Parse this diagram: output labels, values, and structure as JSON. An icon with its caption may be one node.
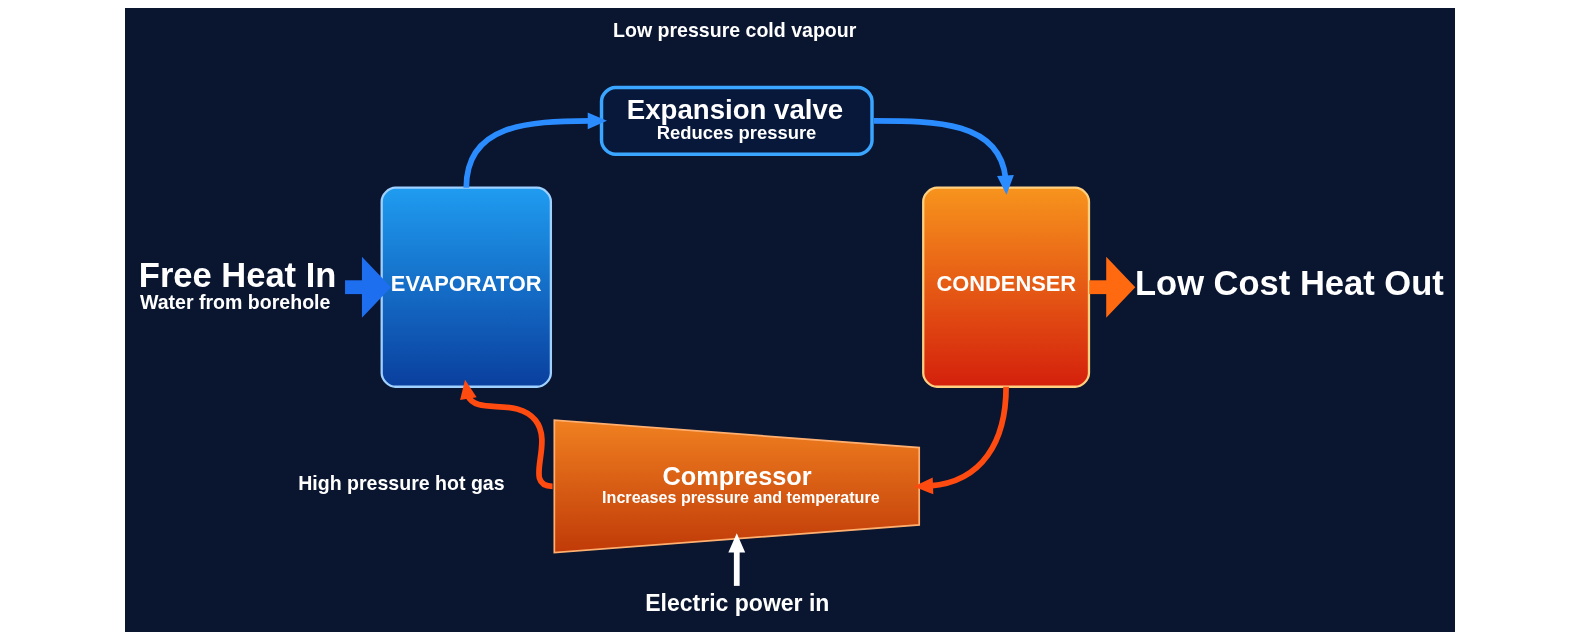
{
  "diagram": {
    "nodes": [
      {
        "text": [
          "Free Heat In",
          "Water from borehole"
        ]
      },
      {
        "text": [
          "EVAPORATOR"
        ]
      },
      {
        "text": [
          "Expansion valve",
          "Reduces pressure"
        ]
      },
      {
        "text": [
          "CONDENSER"
        ]
      },
      {
        "text": [
          "Low Cost Heat Out"
        ]
      },
      {
        "text": [
          "Compressor",
          "Increases pressure and temperature"
        ]
      },
      {
        "text": [
          "Electric power in"
        ]
      }
    ],
    "edges": [
      {
        "from": 0,
        "to": 1,
        "arrow": "to",
        "style": "thick",
        "color": "#1e6ff0"
      },
      {
        "from": 1,
        "to": 2,
        "arrow": "to",
        "color": "#2a8cff"
      },
      {
        "from": 2,
        "to": 3,
        "arrow": "to",
        "color": "#2a8cff"
      },
      {
        "from": 3,
        "to": 5,
        "arrow": "to",
        "color": "#ff4a10"
      },
      {
        "from": 5,
        "to": 1,
        "arrow": "to",
        "color": "#ff4a10"
      },
      {
        "from": 3,
        "to": 4,
        "arrow": "to",
        "style": "thick",
        "color": "#ff6a10"
      },
      {
        "from": 6,
        "to": 5,
        "arrow": "to",
        "color": "#ffffff"
      }
    ],
    "labels": [
      "Low pressure cold vapour",
      "High pressure hot gas"
    ]
  }
}
